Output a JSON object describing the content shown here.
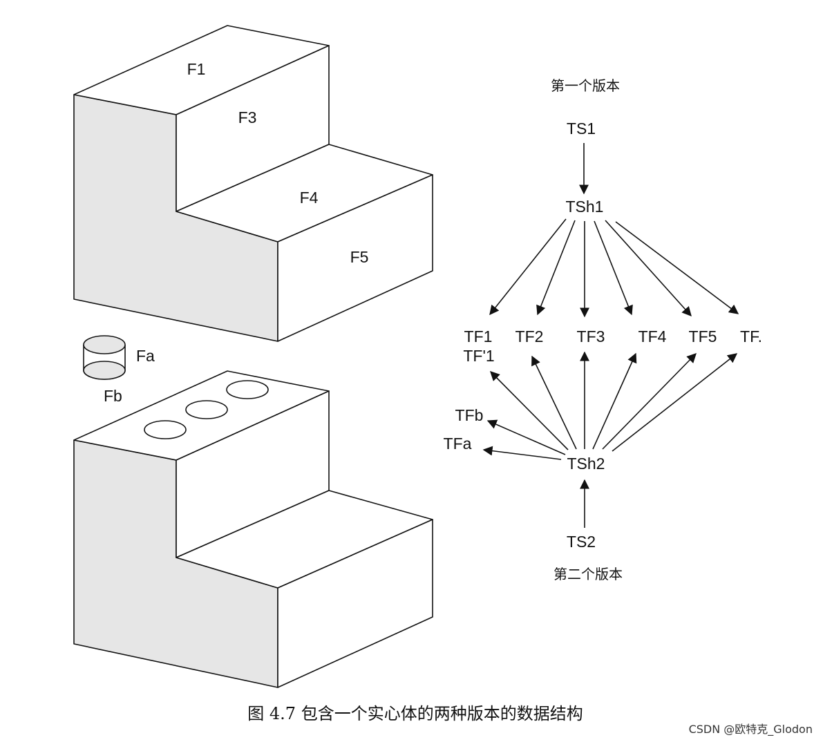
{
  "top_solid": {
    "faces": {
      "f1": "F1",
      "f3": "F3",
      "f4": "F4",
      "f5": "F5"
    }
  },
  "cylinder": {
    "fa": "Fa",
    "fb": "Fb"
  },
  "graph": {
    "version1_label": "第一个版本",
    "version2_label": "第二个版本",
    "ts1": "TS1",
    "tsh1": "TSh1",
    "tsh2": "TSh2",
    "ts2": "TS2",
    "tf1": "TF1",
    "tf1_prime": "TF'1",
    "tf2": "TF2",
    "tf3": "TF3",
    "tf4": "TF4",
    "tf5": "TF5",
    "tf6": "TF.",
    "tfb": "TFb",
    "tfa": "TFa"
  },
  "caption": "图 4.7  包含一个实心体的两种版本的数据结构",
  "watermark": "CSDN @欧特克_Glodon"
}
